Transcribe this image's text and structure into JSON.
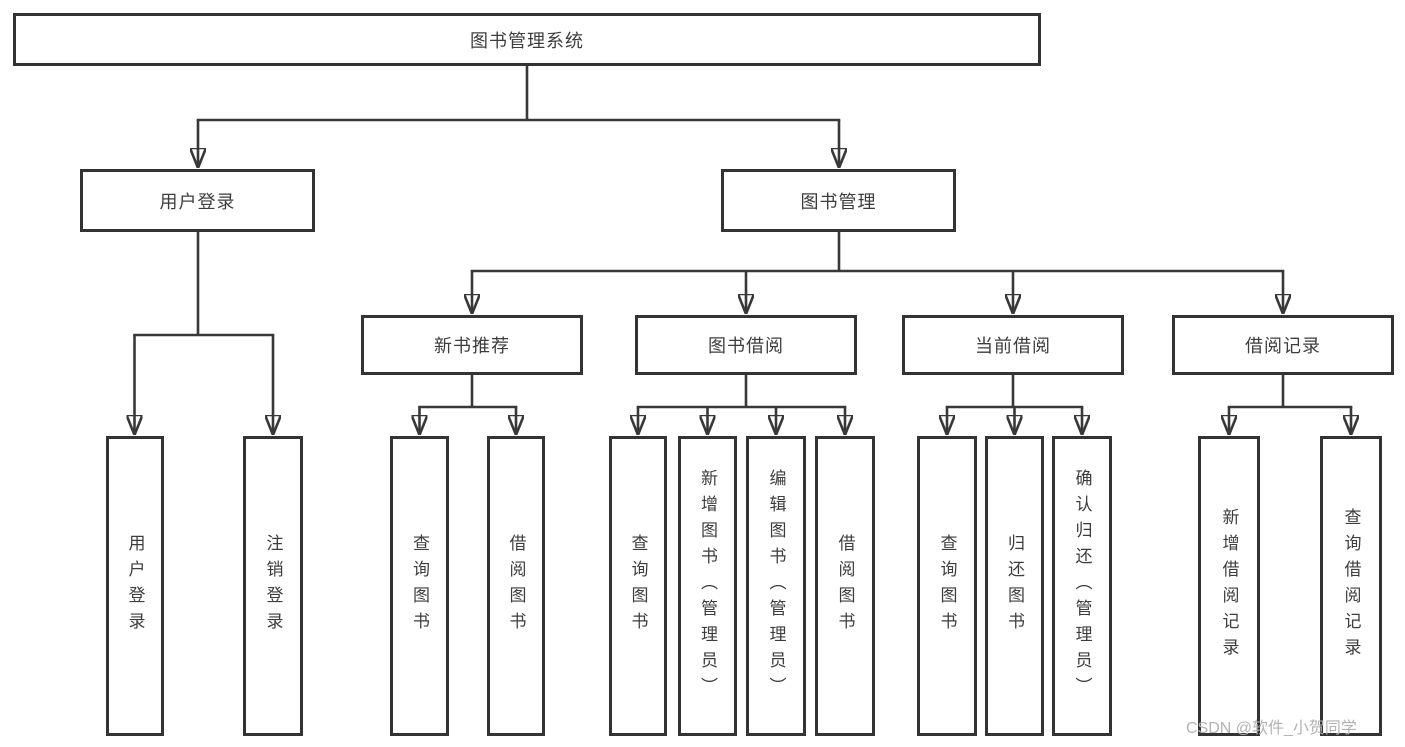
{
  "diagram": {
    "root": {
      "label": "图书管理系统"
    },
    "branches": {
      "user_login": {
        "label": "用户登录",
        "children": [
          {
            "label": "用户登录"
          },
          {
            "label": "注销登录"
          }
        ]
      },
      "book_mgmt": {
        "label": "图书管理",
        "sections": {
          "new_books": {
            "label": "新书推荐",
            "children": [
              {
                "label": "查询图书"
              },
              {
                "label": "借阅图书"
              }
            ]
          },
          "borrow": {
            "label": "图书借阅",
            "children": [
              {
                "label": "查询图书"
              },
              {
                "label": "新增图书（管理员）"
              },
              {
                "label": "编辑图书（管理员）"
              },
              {
                "label": "借阅图书"
              }
            ]
          },
          "current": {
            "label": "当前借阅",
            "children": [
              {
                "label": "查询图书"
              },
              {
                "label": "归还图书"
              },
              {
                "label": "确认归还（管理员）"
              }
            ]
          },
          "records": {
            "label": "借阅记录",
            "children": [
              {
                "label": "新增借阅记录"
              },
              {
                "label": "查询借阅记录"
              }
            ]
          }
        }
      }
    },
    "watermark": "CSDN @软件_小贺同学",
    "colors": {
      "line": "#383838",
      "box_border": "#333333",
      "text": "#3d3d3d",
      "watermark": "#b3b3b3",
      "background": "#ffffff"
    }
  }
}
